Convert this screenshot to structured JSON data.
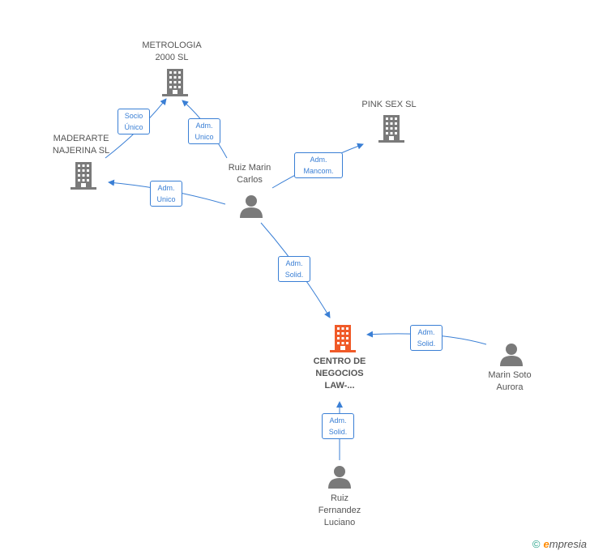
{
  "nodes": {
    "metrologia": {
      "label": "METROLOGIA\n2000 SL",
      "type": "company"
    },
    "pinksex": {
      "label": "PINK SEX  SL",
      "type": "company"
    },
    "maderarte": {
      "label": "MADERARTE\nNAJERINA SL",
      "type": "company"
    },
    "ruizmarin": {
      "label": "Ruiz Marin\nCarlos",
      "type": "person"
    },
    "centro": {
      "label": "CENTRO DE\nNEGOCIOS\nLAW-...",
      "type": "company-main"
    },
    "marinsoto": {
      "label": "Marin Soto\nAurora",
      "type": "person"
    },
    "ruizfernandez": {
      "label": "Ruiz\nFernandez\nLuciano",
      "type": "person"
    }
  },
  "edges": {
    "maderarte_metrologia": "Socio\nÚnico",
    "ruizmarin_metrologia": "Adm.\nUnico",
    "ruizmarin_pinksex": "Adm.\nMancom.",
    "ruizmarin_maderarte": "Adm.\nUnico",
    "ruizmarin_centro": "Adm.\nSolid.",
    "marinsoto_centro": "Adm.\nSolid.",
    "ruizfernandez_centro": "Adm.\nSolid."
  },
  "colors": {
    "edge": "#3a7fd5",
    "company": "#7a7a7a",
    "company_main": "#f05a28",
    "person": "#7a7a7a"
  },
  "footer": {
    "copyright_symbol": "©",
    "brand_e": "e",
    "brand_rest": "mpresia"
  }
}
